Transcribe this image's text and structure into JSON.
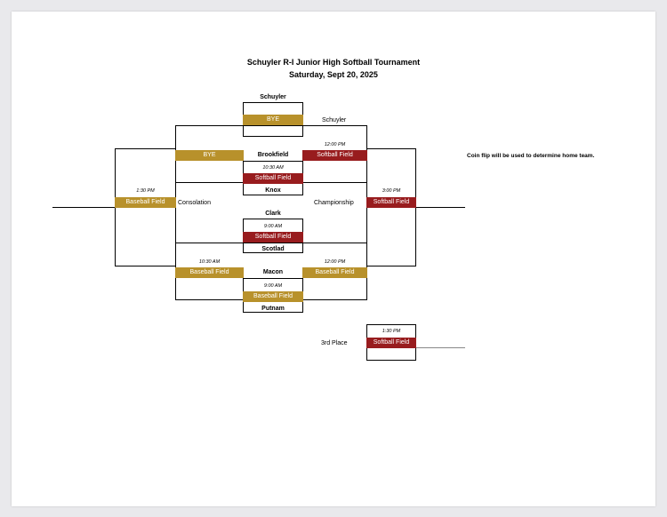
{
  "header": {
    "title": "Schuyler R-I Junior High Softball Tournament",
    "date": "Saturday, Sept 20, 2025"
  },
  "note": "Coin flip will be used to determine home team.",
  "teams": {
    "schuyler": "Schuyler",
    "brookfield": "Brookfield",
    "knox": "Knox",
    "clark": "Clark",
    "scotlad": "Scotlad",
    "macon": "Macon",
    "putnam": "Putnam"
  },
  "labels": {
    "schuyler_advance": "Schuyler",
    "consolation": "Consolation",
    "championship": "Championship",
    "third_place": "3rd Place"
  },
  "games": {
    "g1": {
      "time": "",
      "field": "BYE"
    },
    "g2": {
      "time": "10:30 AM",
      "field": "Softball Field"
    },
    "g3": {
      "time": "9:00 AM",
      "field": "Softball Field"
    },
    "g4": {
      "time": "9:00 AM",
      "field": "Baseball Field"
    },
    "semi_bye": {
      "time": "",
      "field": "BYE"
    },
    "semi_top": {
      "time": "12:00 PM",
      "field": "Softball Field"
    },
    "semi_left": {
      "time": "10:30 AM",
      "field": "Baseball Field"
    },
    "semi_right": {
      "time": "12:00 PM",
      "field": "Baseball Field"
    },
    "consolation": {
      "time": "1:30 PM",
      "field": "Baseball Field"
    },
    "championship": {
      "time": "3:00 PM",
      "field": "Softball Field"
    },
    "third_place": {
      "time": "1:30 PM",
      "field": "Softball Field"
    }
  },
  "colors": {
    "baseball_field": "#b8912b",
    "softball_field": "#981c1e",
    "lines": "#000000"
  }
}
